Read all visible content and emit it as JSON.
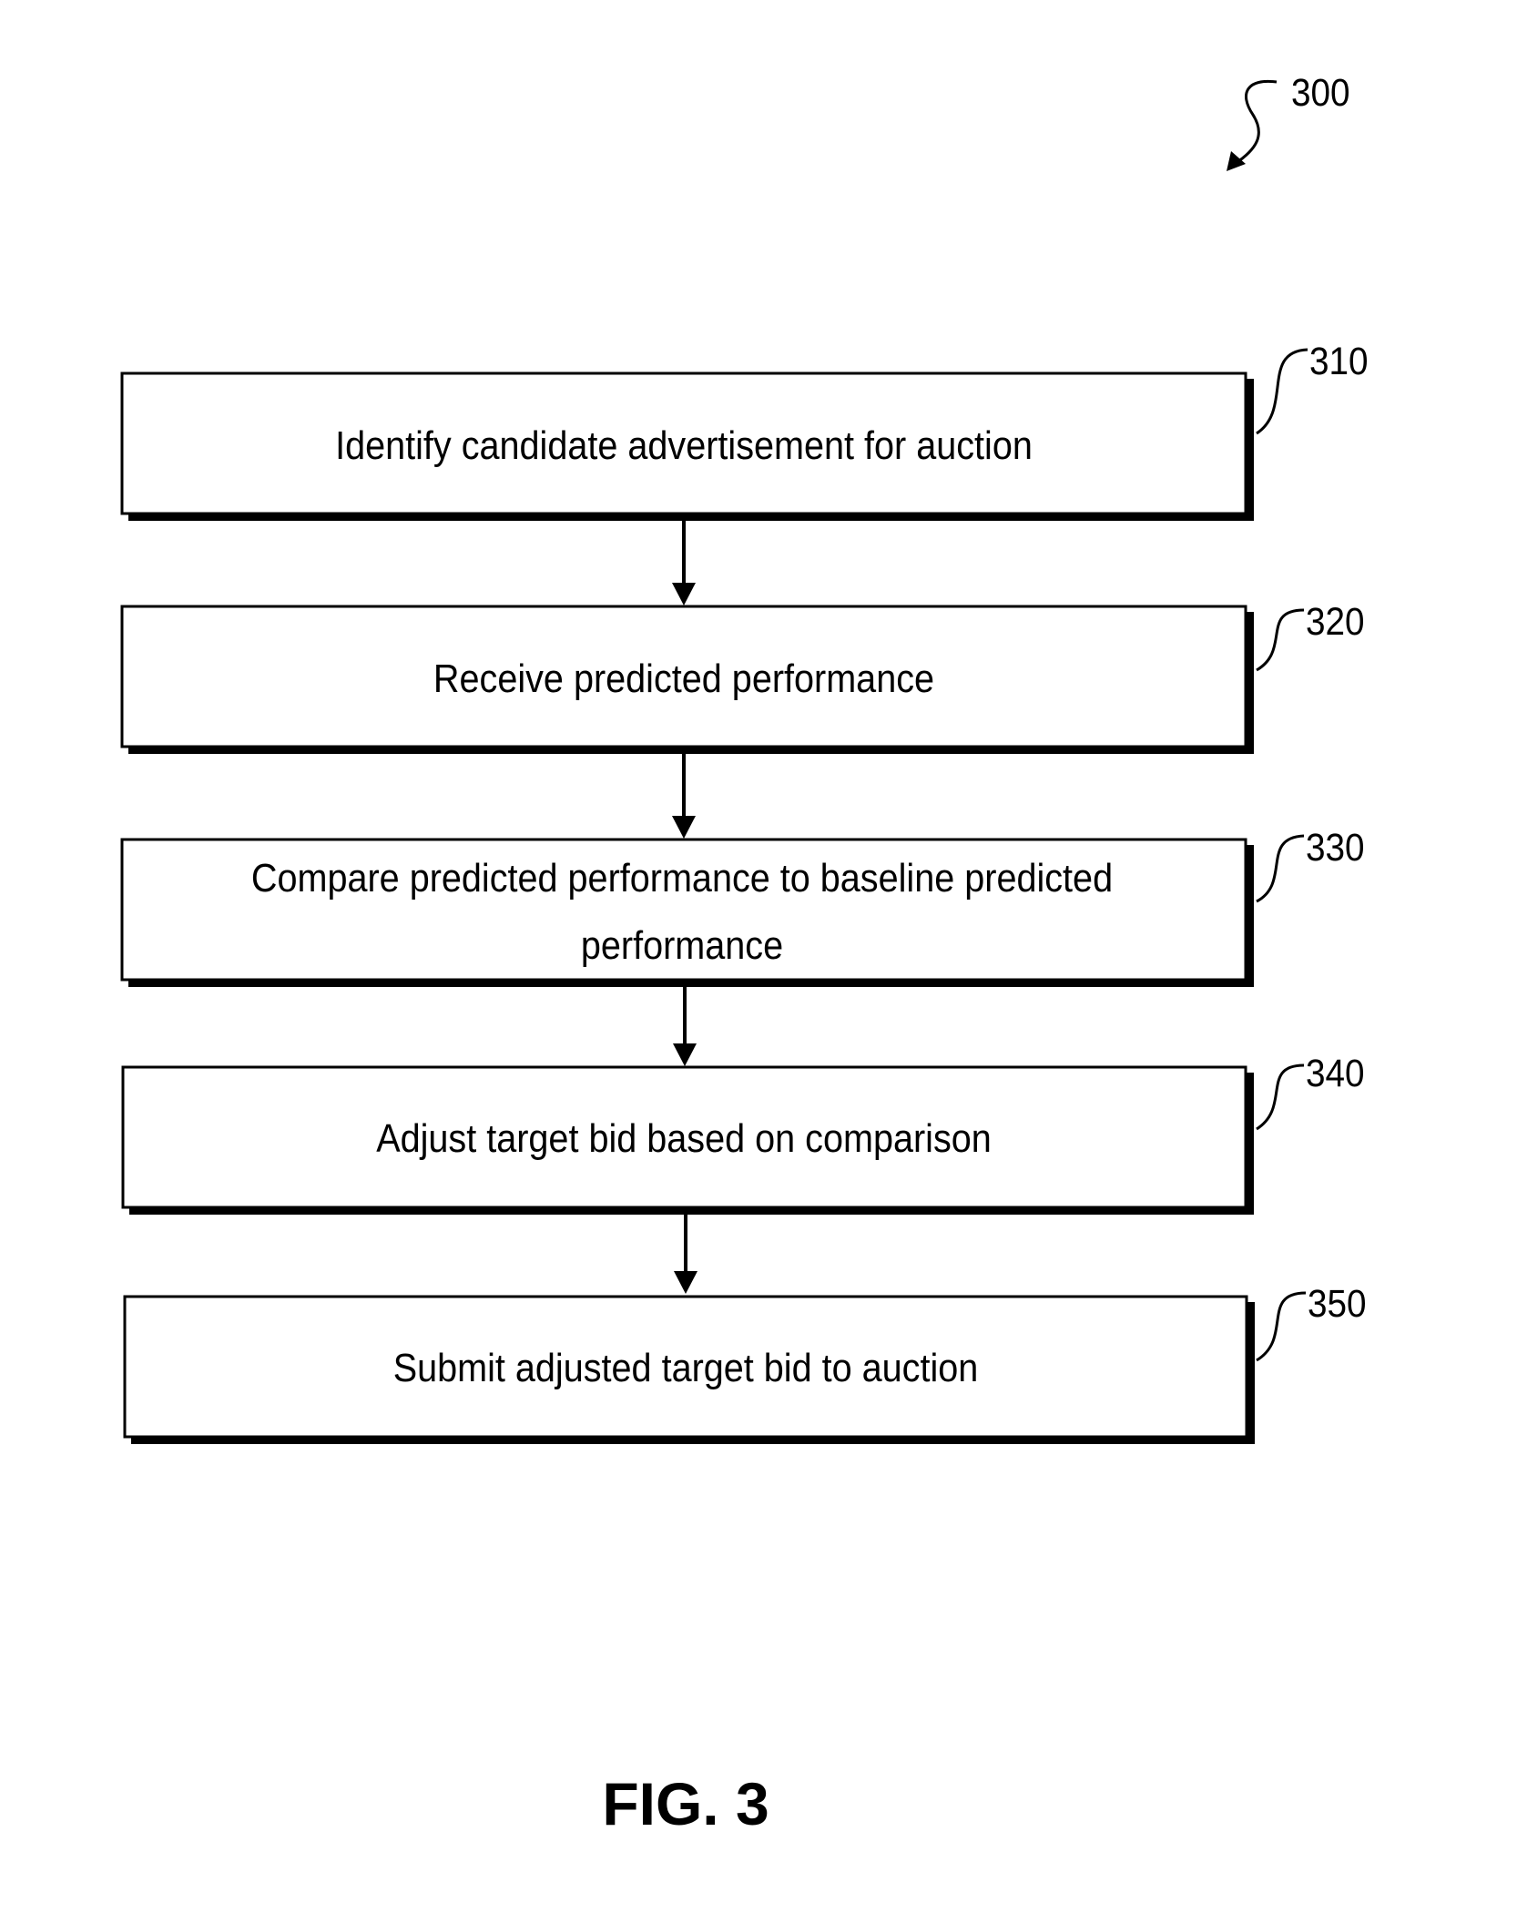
{
  "figure": {
    "ref": "300",
    "caption": "FIG. 3"
  },
  "steps": [
    {
      "ref": "310",
      "lines": [
        "Identify candidate advertisement for auction"
      ]
    },
    {
      "ref": "320",
      "lines": [
        "Receive predicted performance"
      ]
    },
    {
      "ref": "330",
      "lines": [
        "Compare predicted performance to baseline predicted",
        "performance"
      ]
    },
    {
      "ref": "340",
      "lines": [
        "Adjust target bid based on comparison"
      ]
    },
    {
      "ref": "350",
      "lines": [
        "Submit adjusted target bid to auction"
      ]
    }
  ]
}
